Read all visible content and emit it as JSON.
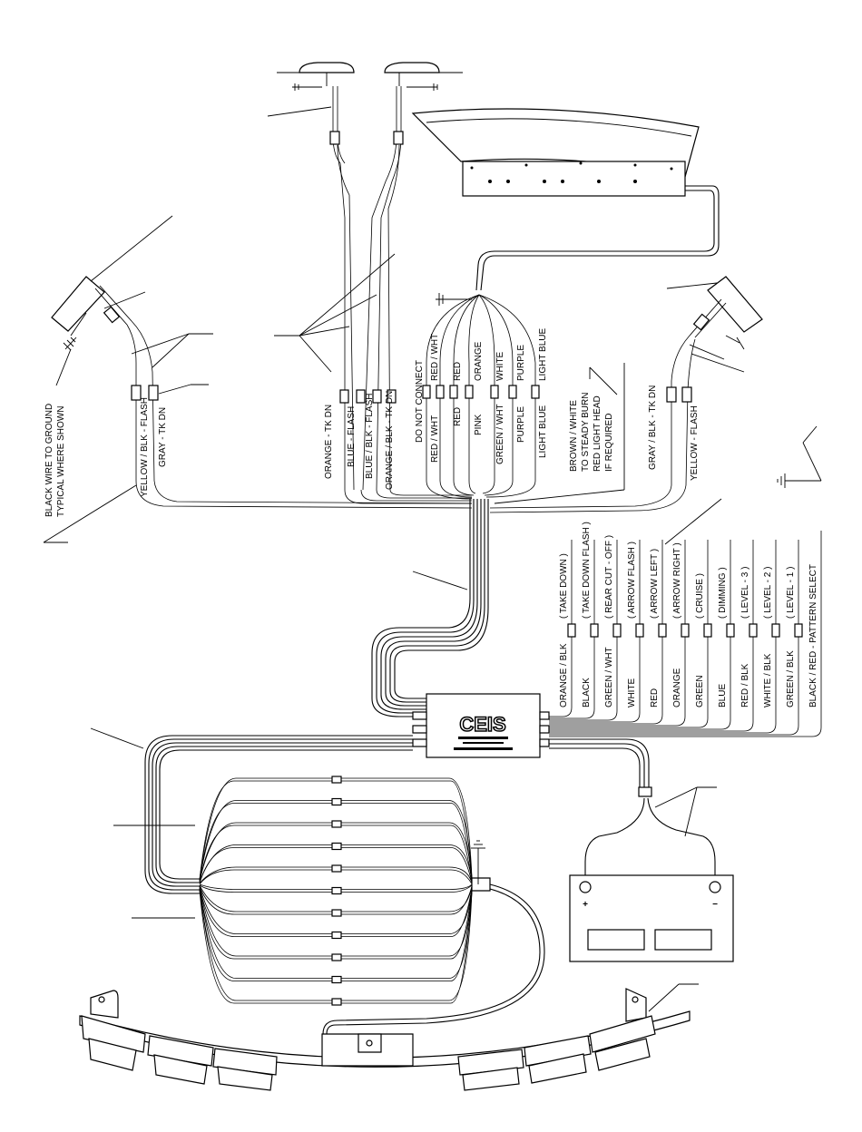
{
  "diagram": {
    "controller_logo": "CEIS",
    "left_wires": [
      "YELLOW / BLK - FLASH",
      "GRAY - TK DN"
    ],
    "ground_note": [
      "BLACK WIRE TO GROUND",
      "TYPICAL WHERE SHOWN"
    ],
    "center_wires": [
      "ORANGE - TK DN",
      "BLUE - FLASH",
      "BLUE / BLK - FLASH",
      "ORANGE / BLK - TK DN"
    ],
    "do_not_connect": "DO NOT CONNECT",
    "lightbar_wires_left": [
      "RED / WHT",
      "RED",
      "PINK",
      "GREEN / WHT",
      "PURPLE",
      "LIGHT BLUE"
    ],
    "lightbar_wires_right": [
      "RED / WHT",
      "RED",
      "ORANGE",
      "WHITE",
      "PURPLE",
      "LIGHT BLUE"
    ],
    "brown_note": [
      "BROWN / WHITE",
      "TO STEADY BURN",
      "RED LIGHT HEAD",
      "IF REQUIRED"
    ],
    "right_wires": [
      "GRAY / BLK - TK DN",
      "YELLOW - FLASH"
    ],
    "control_wires": [
      {
        "color": "ORANGE / BLK",
        "fn": "( TAKE DOWN )"
      },
      {
        "color": "BLACK",
        "fn": "( TAKE DOWN FLASH )"
      },
      {
        "color": "GREEN / WHT",
        "fn": "( REAR CUT - OFF )"
      },
      {
        "color": "WHITE",
        "fn": "( ARROW FLASH )"
      },
      {
        "color": "RED",
        "fn": "( ARROW LEFT )"
      },
      {
        "color": "ORANGE",
        "fn": "( ARROW RIGHT )"
      },
      {
        "color": "GREEN",
        "fn": "( CRUISE )"
      },
      {
        "color": "BLUE",
        "fn": "( DIMMING )"
      },
      {
        "color": "RED / BLK",
        "fn": "( LEVEL - 3 )"
      },
      {
        "color": "WHITE / BLK",
        "fn": "( LEVEL - 2 )"
      },
      {
        "color": "GREEN / BLK",
        "fn": "( LEVEL - 1 )"
      },
      {
        "color": "BLACK / RED - PATTERN SELECT",
        "fn": ""
      }
    ],
    "battery_plus": "+",
    "battery_minus": "−"
  }
}
